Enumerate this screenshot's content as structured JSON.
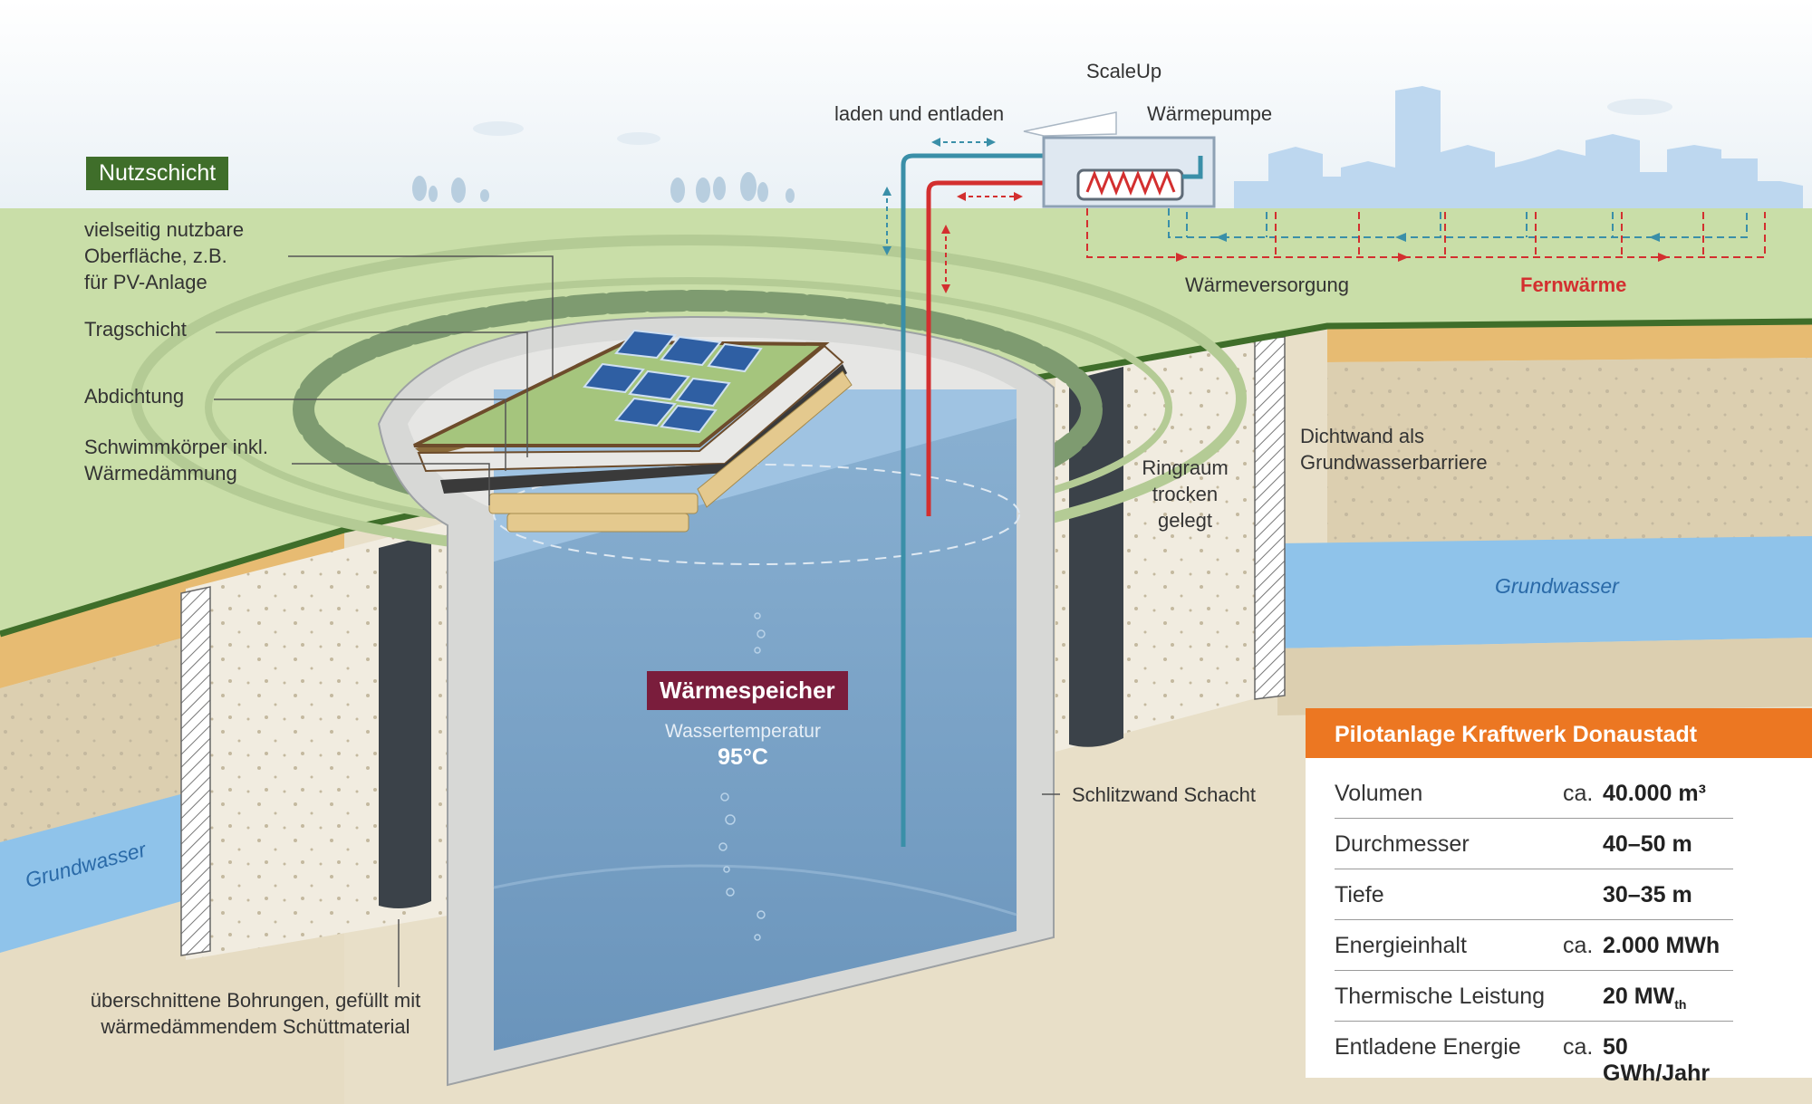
{
  "labels": {
    "nutzschicht": "Nutzschicht",
    "oberflaeche": "vielseitig nutzbare\nOberfläche, z.B.\nfür PV-Anlage",
    "tragschicht": "Tragschicht",
    "abdichtung": "Abdichtung",
    "schwimmkoerper": "Schwimmkörper inkl.\nWärmedämmung",
    "bohrungen": "überschnittene Bohrungen, gefüllt mit\nwärmedämmendem Schüttmaterial",
    "grundwasser_left": "Grundwasser",
    "grundwasser_right": "Grundwasser",
    "scaleup": "ScaleUp",
    "laden": "laden und entladen",
    "waermepumpe": "Wärmepumpe",
    "waermeversorgung": "Wärmeversorgung",
    "fernwaerme": "Fernwärme",
    "dichtwand": "Dichtwand als\nGrundwasserbarriere",
    "ringraum": "Ringraum\ntrocken\ngelegt",
    "schlitzwand": "Schlitzwand Schacht",
    "speicher": "Wärmespeicher",
    "wassertemp": "Wassertemperatur",
    "temp_value": "95°C"
  },
  "infobox": {
    "title": "Pilotanlage Kraftwerk Donaustadt",
    "rows": [
      {
        "label": "Volumen",
        "prefix": "ca.",
        "value": "40.000 m³"
      },
      {
        "label": "Durchmesser",
        "prefix": "",
        "value": "40–50 m"
      },
      {
        "label": "Tiefe",
        "prefix": "",
        "value": "30–35 m"
      },
      {
        "label": "Energieinhalt",
        "prefix": "ca.",
        "value": "2.000 MWh"
      },
      {
        "label": "Thermische Leistung",
        "prefix": "",
        "value": "20 MW",
        "value_sub": "th"
      },
      {
        "label": "Entladene Energie",
        "prefix": "ca.",
        "value": "50 GWh/Jahr"
      }
    ]
  },
  "colors": {
    "grass": "#c9dea8",
    "grass_edge": "#3f6e2a",
    "water": "#7ea6c8",
    "concrete": "#d7d8d6",
    "groundwater": "#8fc3ea",
    "sand": "#dccfb0",
    "orange": "#ec7722",
    "maroon": "#7a1d3c",
    "red_line": "#d32f2f",
    "blue_line": "#3a8fa8"
  }
}
